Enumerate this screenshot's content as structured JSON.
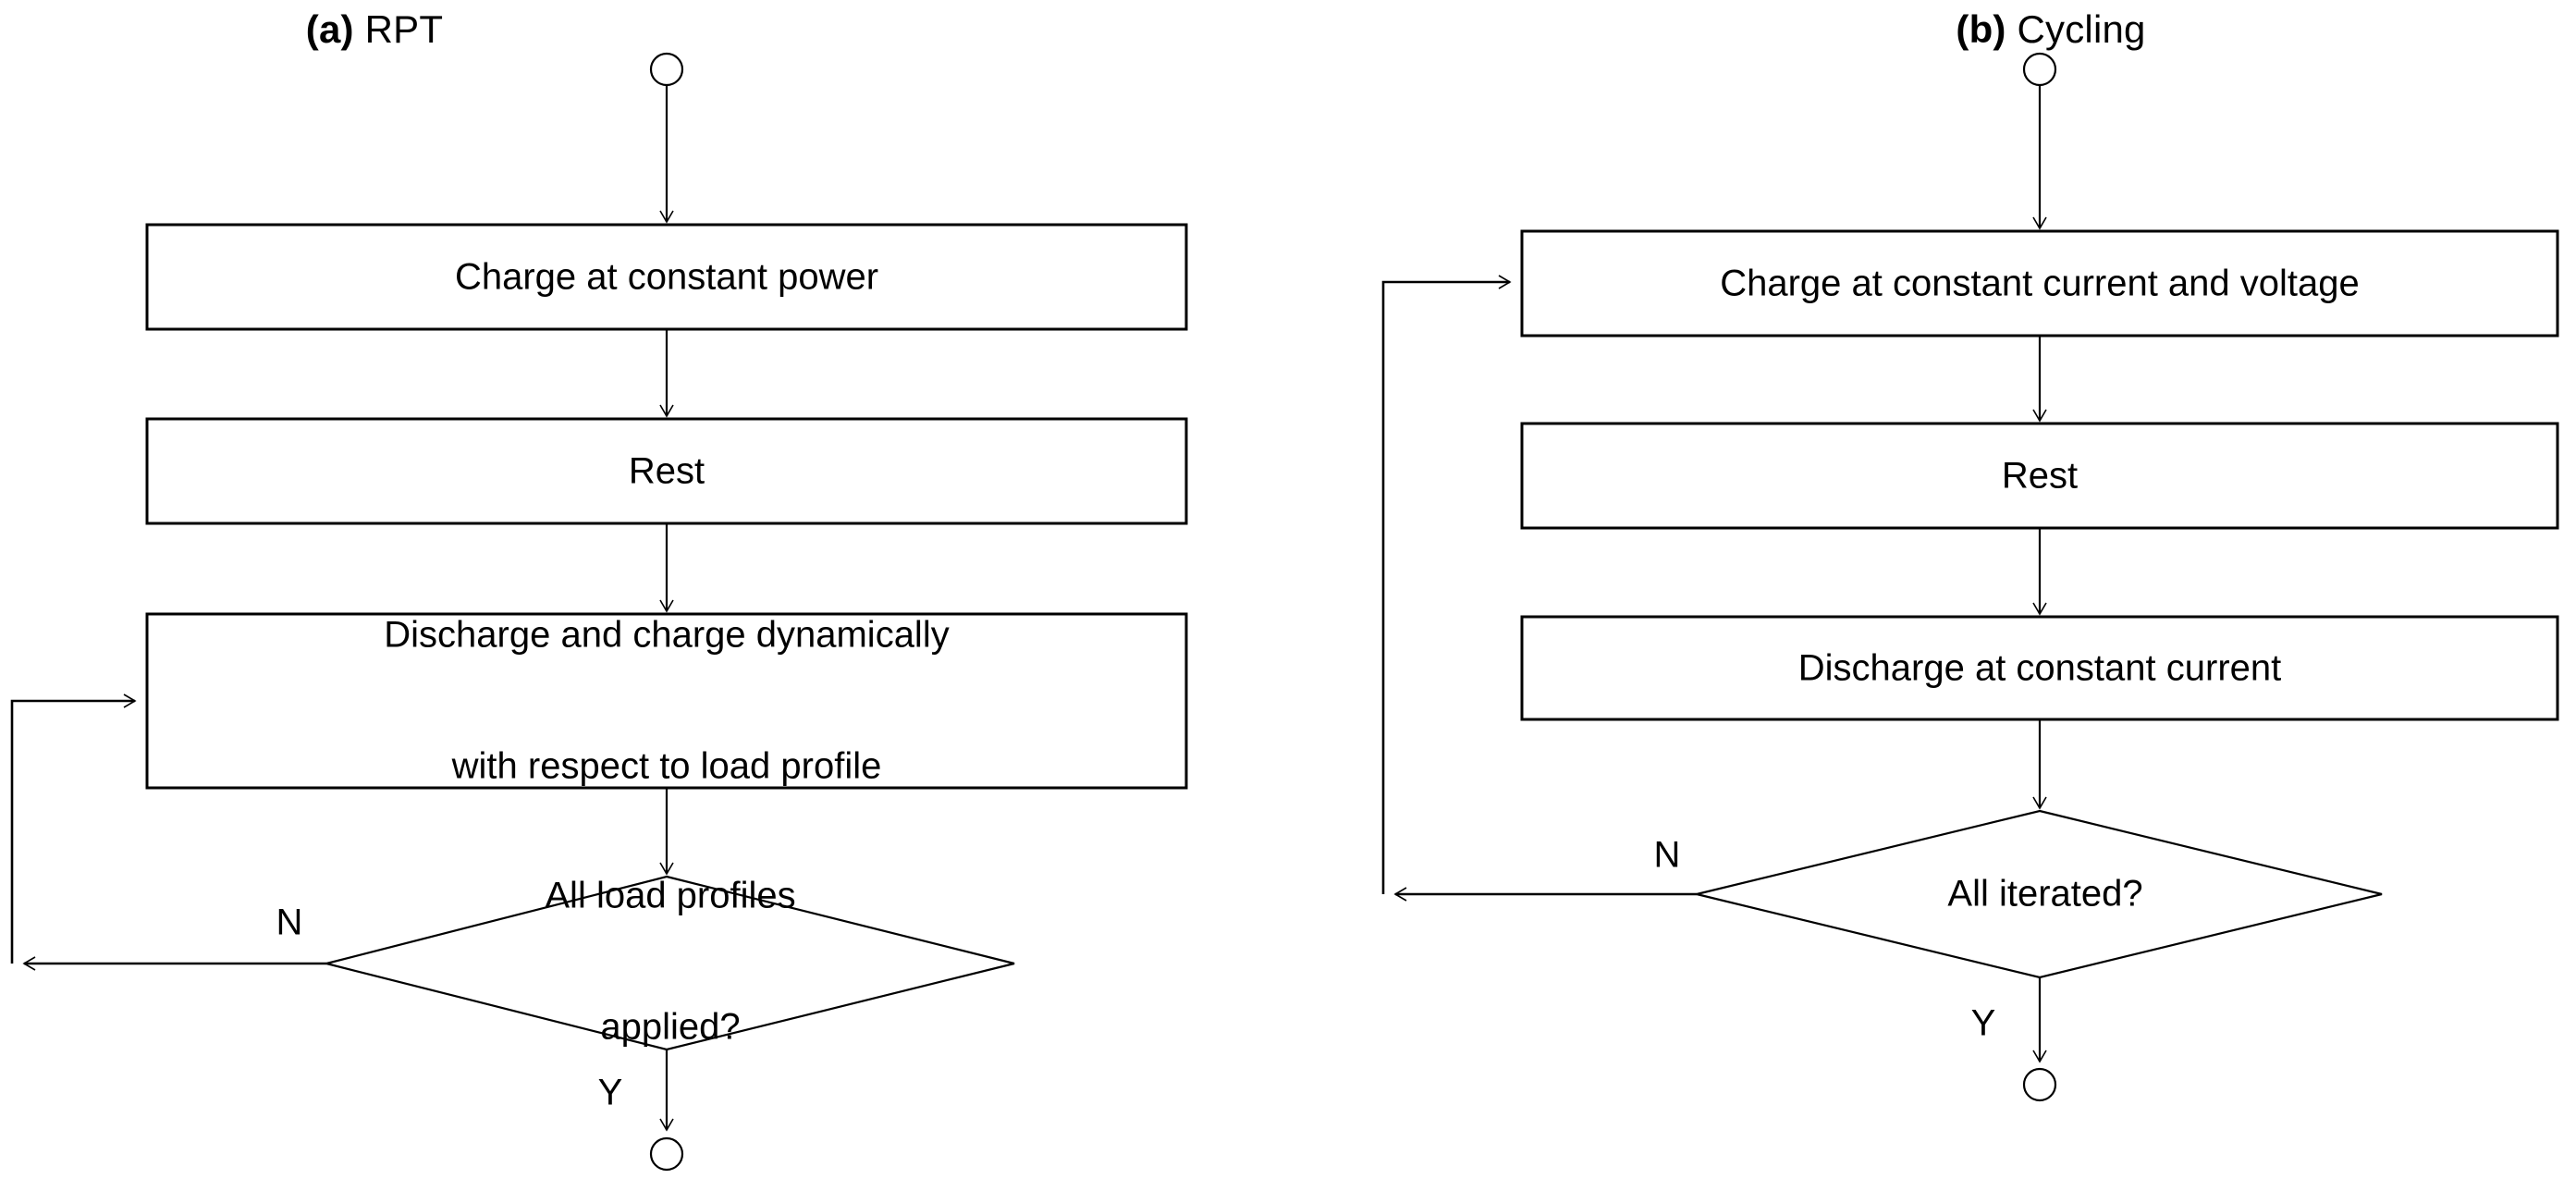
{
  "figure": {
    "background": "#ffffff",
    "stroke_color": "#000000",
    "text_color": "#000000"
  },
  "panels": [
    {
      "id": "rpt",
      "title_tag": "(a)",
      "title_name": "RPT",
      "start_terminator": "start",
      "end_terminator": "end",
      "steps": [
        {
          "id": "charge",
          "label": "Charge at constant power"
        },
        {
          "id": "rest",
          "label": "Rest"
        },
        {
          "id": "discharge",
          "label_line1": "Discharge and charge dynamically",
          "label_line2": "with respect to load profile"
        }
      ],
      "decision": {
        "id": "all-load-profiles",
        "label_line1": "All load profiles",
        "label_line2": "applied?",
        "no_label": "N",
        "yes_label": "Y"
      },
      "loop_target": "discharge"
    },
    {
      "id": "cycling",
      "title_tag": "(b)",
      "title_name": "Cycling",
      "start_terminator": "start",
      "end_terminator": "end",
      "steps": [
        {
          "id": "charge-cc-cv",
          "label": "Charge at constant current and voltage"
        },
        {
          "id": "rest",
          "label": "Rest"
        },
        {
          "id": "discharge-cc",
          "label": "Discharge at constant current"
        }
      ],
      "decision": {
        "id": "all-iterated",
        "label_line1": "All iterated?",
        "label_line2": "",
        "no_label": "N",
        "yes_label": "Y"
      },
      "loop_target": "charge-cc-cv"
    }
  ]
}
